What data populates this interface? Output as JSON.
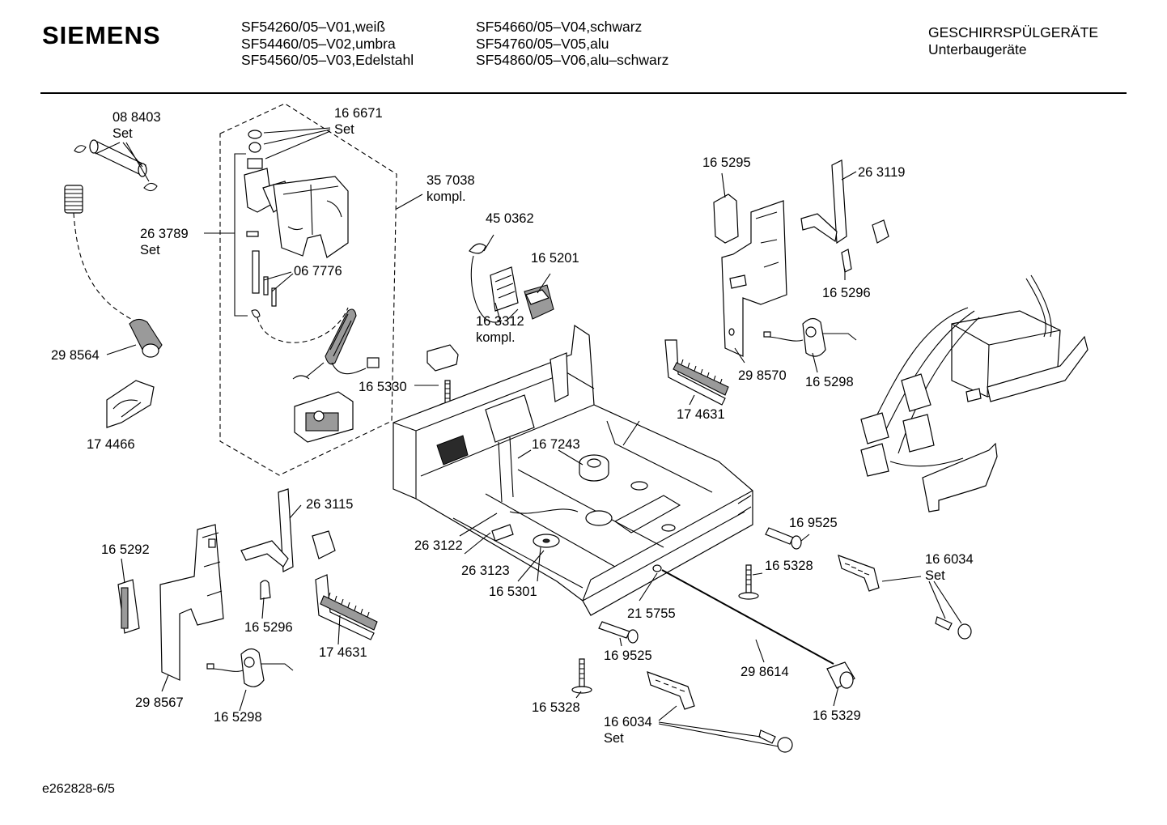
{
  "header": {
    "brand": "SIEMENS",
    "models_col1": [
      "SF54260/05–V01,weiß",
      "SF54460/05–V02,umbra",
      "SF54560/05–V03,Edelstahl"
    ],
    "models_col2": [
      "SF54660/05–V04,schwarz",
      "SF54760/05–V05,alu",
      "SF54860/05–V06,alu–schwarz"
    ],
    "category": "GESCHIRRSPÜLGERÄTE",
    "subcategory": "Unterbaugeräte"
  },
  "labels": [
    {
      "id": "p088403",
      "lines": [
        "08 8403",
        "Set"
      ]
    },
    {
      "id": "p166671",
      "lines": [
        "16 6671",
        "Set"
      ]
    },
    {
      "id": "p357038",
      "lines": [
        "35 7038",
        "kompl."
      ]
    },
    {
      "id": "p263789",
      "lines": [
        "26 3789",
        "Set"
      ]
    },
    {
      "id": "p067776",
      "lines": [
        "06 7776"
      ]
    },
    {
      "id": "p298564",
      "lines": [
        "29 8564"
      ]
    },
    {
      "id": "p174466",
      "lines": [
        "17 4466"
      ]
    },
    {
      "id": "p450362",
      "lines": [
        "45 0362"
      ]
    },
    {
      "id": "p165201",
      "lines": [
        "16 5201"
      ]
    },
    {
      "id": "p163312",
      "lines": [
        "16 3312",
        "kompl."
      ]
    },
    {
      "id": "p165330",
      "lines": [
        "16 5330"
      ]
    },
    {
      "id": "p165295",
      "lines": [
        "16 5295"
      ]
    },
    {
      "id": "p263119",
      "lines": [
        "26 3119"
      ]
    },
    {
      "id": "p165296a",
      "lines": [
        "16 5296"
      ]
    },
    {
      "id": "p298570",
      "lines": [
        "29 8570"
      ]
    },
    {
      "id": "p165298a",
      "lines": [
        "16 5298"
      ]
    },
    {
      "id": "p174631a",
      "lines": [
        "17 4631"
      ]
    },
    {
      "id": "p167243",
      "lines": [
        "16 7243"
      ]
    },
    {
      "id": "p263115",
      "lines": [
        "26 3115"
      ]
    },
    {
      "id": "p165292",
      "lines": [
        "16 5292"
      ]
    },
    {
      "id": "p263122",
      "lines": [
        "26 3122"
      ]
    },
    {
      "id": "p263123",
      "lines": [
        "26 3123"
      ]
    },
    {
      "id": "p165301",
      "lines": [
        "16 5301"
      ]
    },
    {
      "id": "p165296b",
      "lines": [
        "16 5296"
      ]
    },
    {
      "id": "p174631b",
      "lines": [
        "17 4631"
      ]
    },
    {
      "id": "p298567",
      "lines": [
        "29 8567"
      ]
    },
    {
      "id": "p165298b",
      "lines": [
        "16 5298"
      ]
    },
    {
      "id": "p169525a",
      "lines": [
        "16 9525"
      ]
    },
    {
      "id": "p165328a",
      "lines": [
        "16 5328"
      ]
    },
    {
      "id": "p166034a",
      "lines": [
        "16 6034",
        "Set"
      ]
    },
    {
      "id": "p215755",
      "lines": [
        "21 5755"
      ]
    },
    {
      "id": "p169525b",
      "lines": [
        "16 9525"
      ]
    },
    {
      "id": "p298614",
      "lines": [
        "29 8614"
      ]
    },
    {
      "id": "p165328b",
      "lines": [
        "16 5328"
      ]
    },
    {
      "id": "p166034b",
      "lines": [
        "16 6034",
        "Set"
      ]
    },
    {
      "id": "p165329",
      "lines": [
        "16 5329"
      ]
    }
  ],
  "footer": "e262828-6/5"
}
